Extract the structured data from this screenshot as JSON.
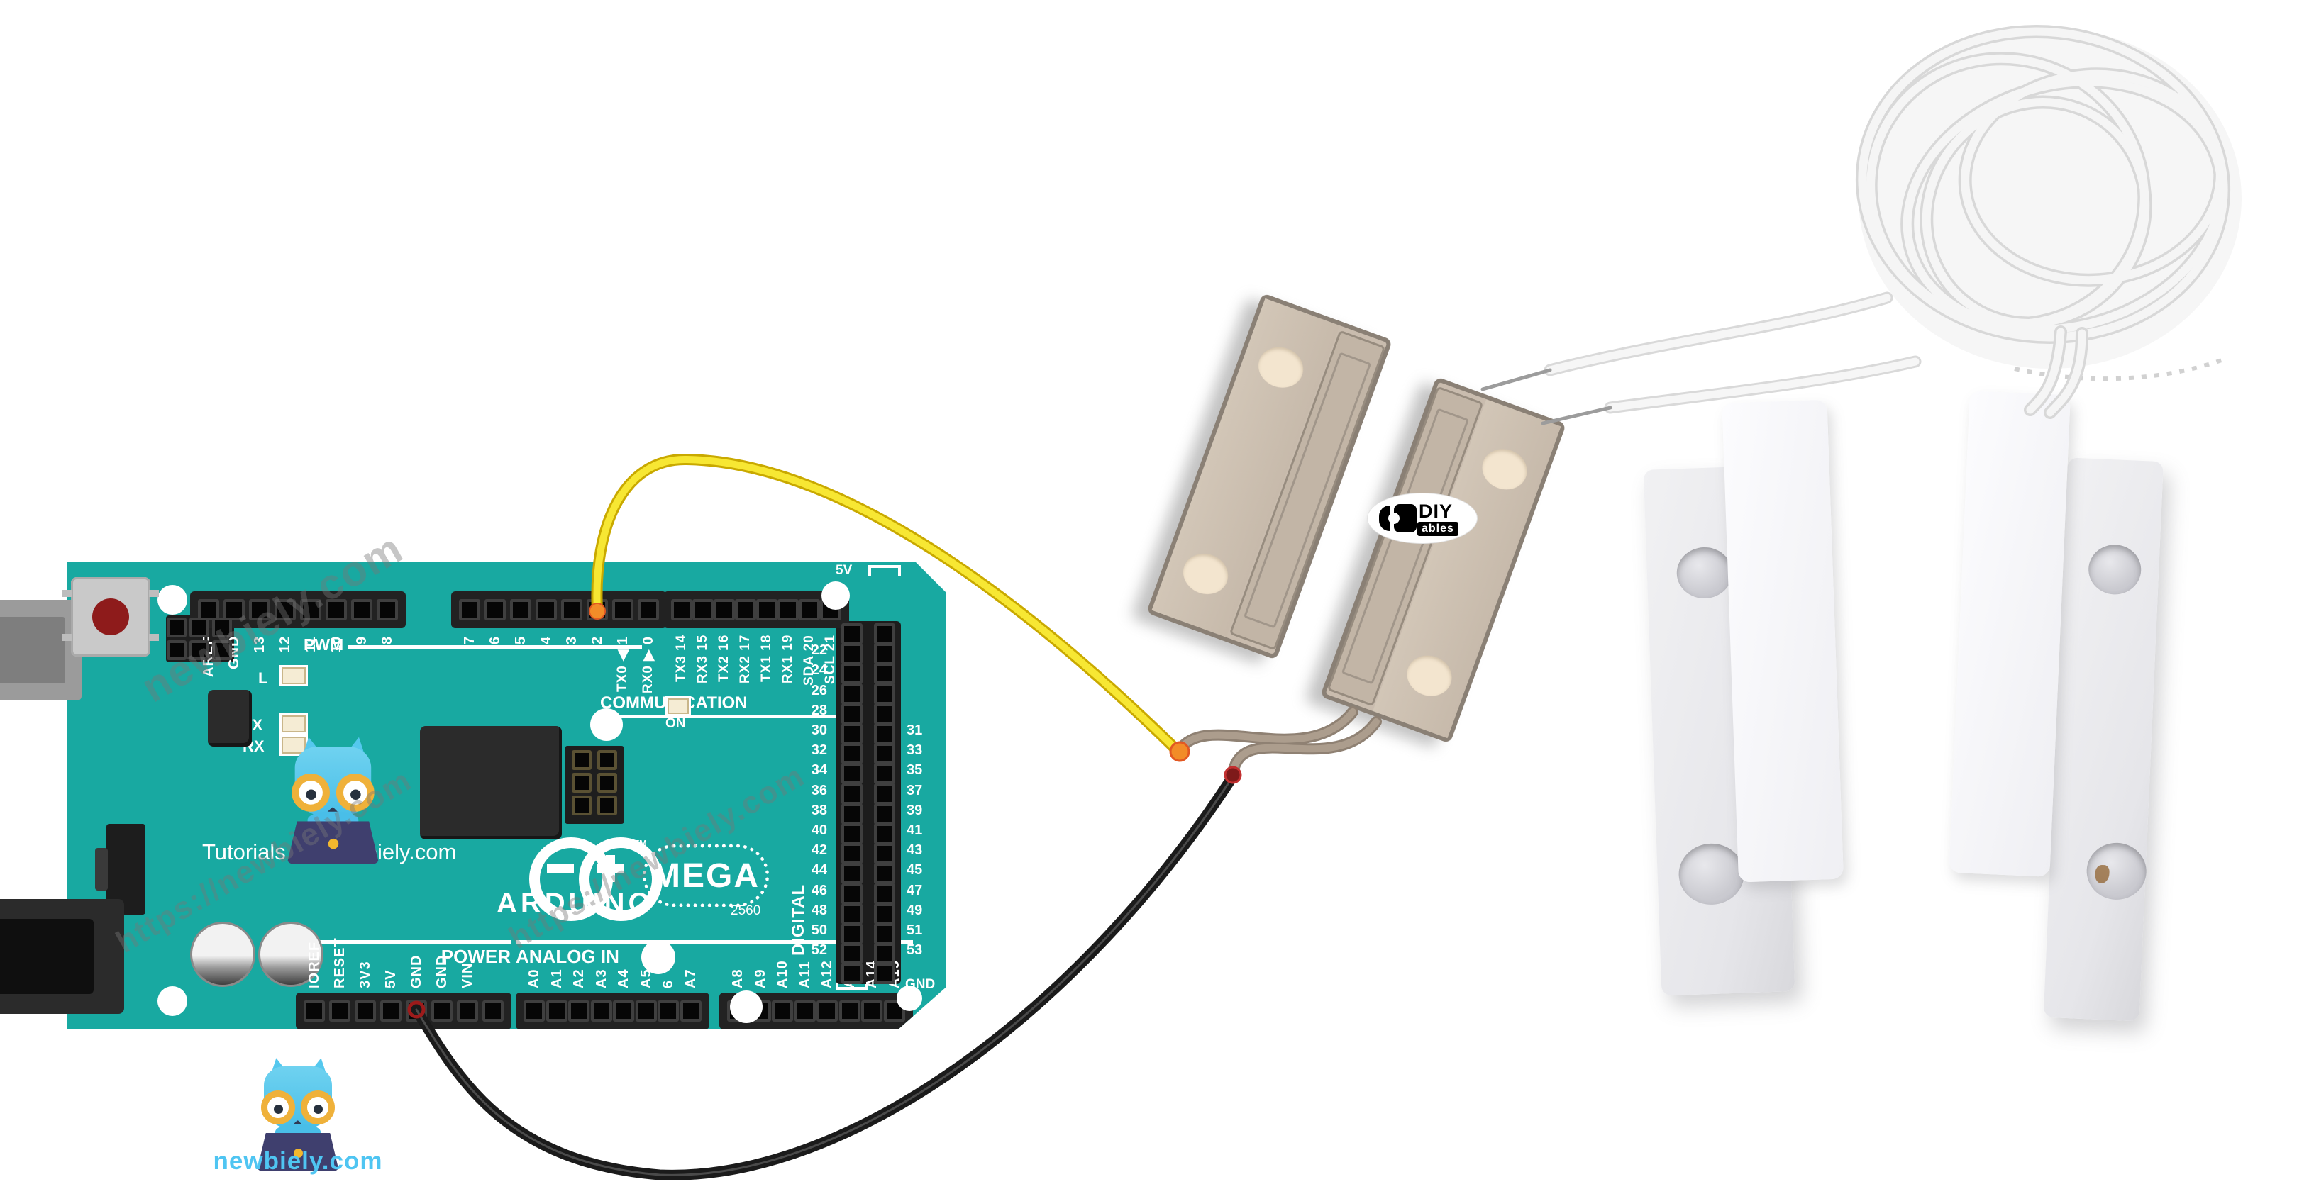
{
  "colors": {
    "board_teal": "#18A9A1",
    "wire_yellow": "#F7E733",
    "wire_black": "#1b1b1b",
    "wire_tan": "#AC9D8D",
    "tip_orange": "#F28C28",
    "tip_dark_red": "#7E1A1A",
    "sensor_tan": "#C9BCAE",
    "sensor_hole_cream": "#F3E5CF",
    "mascot_blue": "#55C8EE",
    "newbiely_cyan": "#4FC5F2",
    "watermark_grey": "#787878"
  },
  "watermarks": {
    "top_left": "newbiely.com",
    "mid_left": "https://newbiely.com",
    "right": "https://newbiely.com"
  },
  "board": {
    "pin_labels_top_a": [
      "AREF",
      "GND",
      "13",
      "12",
      "11",
      "10",
      "9",
      "8"
    ],
    "pin_labels_top_b": [
      "7",
      "6",
      "5",
      "4",
      "3",
      "2",
      "◀ 1",
      "▶ 0"
    ],
    "pin_sub_b": [
      "TX0",
      "RX0"
    ],
    "pin_labels_comm": [
      "TX3 14",
      "RX3 15",
      "TX2 16",
      "RX2 17",
      "TX1 18",
      "RX1 19",
      "SDA 20",
      "SCL 21"
    ],
    "digital_even": [
      "22",
      "24",
      "26",
      "28",
      "30",
      "32",
      "34",
      "36",
      "38",
      "40",
      "42",
      "44",
      "46",
      "48",
      "50",
      "52"
    ],
    "digital_odd": [
      "31",
      "33",
      "35",
      "37",
      "39",
      "41",
      "43",
      "45",
      "47",
      "49",
      "51",
      "53"
    ],
    "power_pins": [
      "IOREF",
      "RESET",
      "3V3",
      "5V",
      "GND",
      "GND",
      "VIN"
    ],
    "analog_pins_1": [
      "A0",
      "A1",
      "A2",
      "A3",
      "A4",
      "A5",
      "6",
      "A7"
    ],
    "analog_pins_2": [
      "A8",
      "A9",
      "A10",
      "A11",
      "A12",
      "A13",
      "A14",
      "A15"
    ],
    "silk": {
      "pwm": "PWM",
      "communication": "COMMUNICATION",
      "power": "POWER",
      "analog_in": "ANALOG IN",
      "digital": "DIGITAL",
      "five_v": "5V",
      "gnd": "GND",
      "on": "ON",
      "l": "L",
      "tx": "TX",
      "rx": "RX"
    },
    "logo": {
      "brand": "ARDUINO",
      "model": "MEGA",
      "mcu": "2560",
      "tm": "TM"
    },
    "credit": "Tutorials by Newbiely.com"
  },
  "mascot": {
    "caption": "newbiely.com"
  },
  "diyables": {
    "diy": "DIY",
    "ables": "ables"
  }
}
